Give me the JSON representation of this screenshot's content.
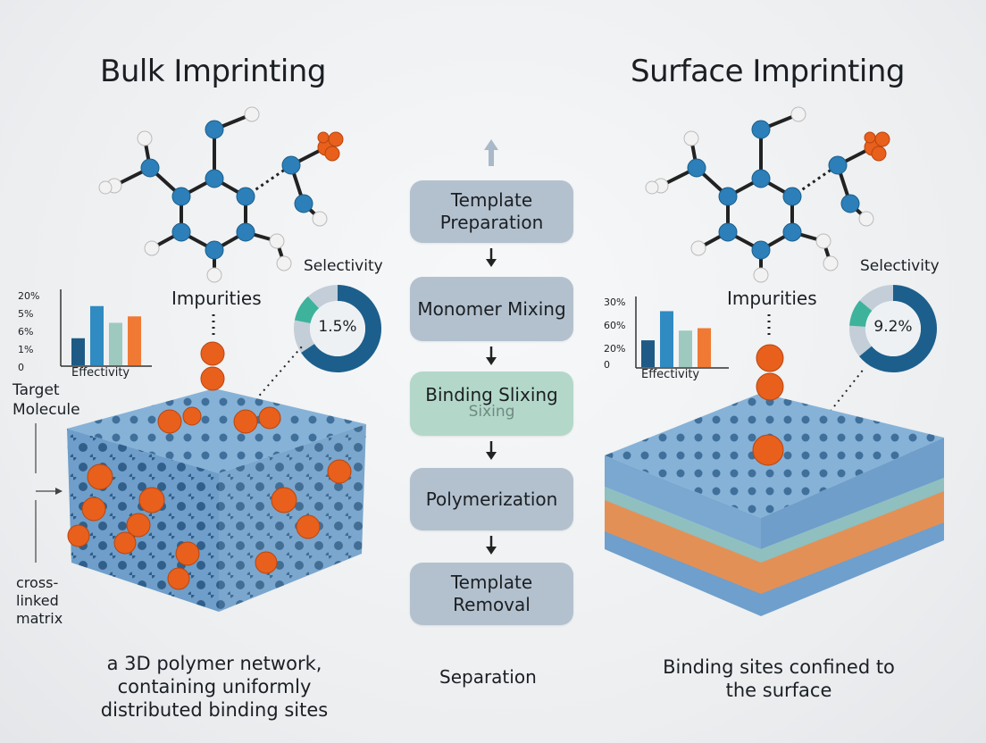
{
  "left": {
    "title": "Bulk Imprinting",
    "impurities_label": "Impurities",
    "selectivity_label": "Selectivity",
    "selectivity_value": "1.5%",
    "selectivity_fraction": 0.8,
    "chart": {
      "y_ticks": [
        "20%",
        "5%",
        "6%",
        "1%",
        "0"
      ],
      "x_label": "Effectivity",
      "bar_heights_fraction": [
        0.42,
        0.92,
        0.66,
        0.76
      ],
      "bar_colors": [
        "#1e5a85",
        "#2f8bc2",
        "#9ec9bf",
        "#f07a34"
      ]
    },
    "target_label_1": "Target",
    "target_label_2": "Molecule",
    "matrix_label_1": "cross-",
    "matrix_label_2": "linked",
    "matrix_label_3": "matrix",
    "caption_1": "a 3D polymer network,",
    "caption_2": "containing uniformly",
    "caption_3": "distributed binding sites"
  },
  "right": {
    "title": "Surface Imprinting",
    "impurities_label": "Impurities",
    "selectivity_label": "Selectivity",
    "selectivity_value": "9.2%",
    "selectivity_fraction": 0.78,
    "chart": {
      "y_ticks": [
        "30%",
        "60%",
        "20%",
        "0"
      ],
      "x_label": "Effectivity",
      "bar_heights_fraction": [
        0.44,
        0.92,
        0.6,
        0.64
      ],
      "bar_colors": [
        "#1e5a85",
        "#2f8bc2",
        "#9ec9bf",
        "#f07a34"
      ]
    },
    "caption_1": "Binding sites confined to",
    "caption_2": "the surface"
  },
  "flow": {
    "step_1": "Template Preparation",
    "step_2": "Monomer Mixing",
    "step_3": "Binding Slixing",
    "step_3_ghost": "Sixing",
    "step_4": "Polymerization",
    "step_5": "Template Removal",
    "footer": "Separation"
  },
  "colors": {
    "polymer": "#6e9ec9",
    "polymer_dark": "#3f6f9a",
    "template": "#e8601c",
    "atom_blue": "#2c7fb8",
    "flow_box": "#b3c1cf",
    "flow_box_highlight": "#b3d8c9",
    "donut_dark": "#1c5f8c",
    "donut_light": "#3db39b"
  }
}
